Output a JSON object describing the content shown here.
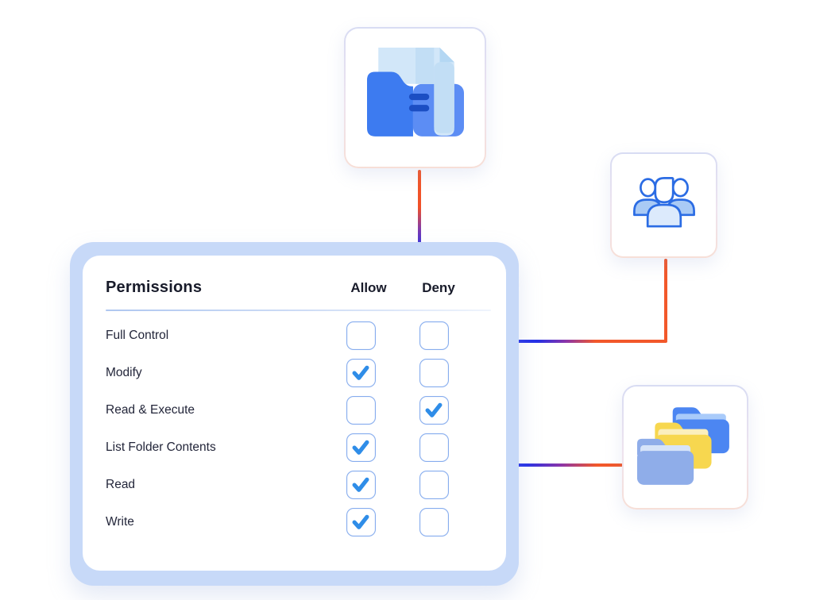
{
  "panel": {
    "title": "Permissions",
    "columns": {
      "allow": "Allow",
      "deny": "Deny"
    },
    "rows": [
      {
        "label": "Full Control",
        "allow": false,
        "deny": false
      },
      {
        "label": "Modify",
        "allow": true,
        "deny": false
      },
      {
        "label": "Read & Execute",
        "allow": false,
        "deny": true
      },
      {
        "label": "List Folder Contents",
        "allow": true,
        "deny": false
      },
      {
        "label": "Read",
        "allow": true,
        "deny": false
      },
      {
        "label": "Write",
        "allow": true,
        "deny": false
      }
    ]
  },
  "diagram": {
    "source_icon": "folder-document-icon",
    "group_icon": "user-group-icon",
    "target_icon": "folder-stack-icon"
  },
  "colors": {
    "accent_orange": "#F2582A",
    "accent_blue": "#2430E6",
    "panel_bg": "#C7D9F8",
    "checkbox_border": "#86ACEE",
    "checkmark": "#2F8DE8",
    "folder_dark_blue": "#3D7BF0",
    "folder_light_blue": "#5C8DF4",
    "paper_blue": "#D2E7F9",
    "stack_blue": "#4C86F2",
    "stack_yellow": "#F7D74F",
    "stack_periwinkle": "#8FADE9"
  }
}
